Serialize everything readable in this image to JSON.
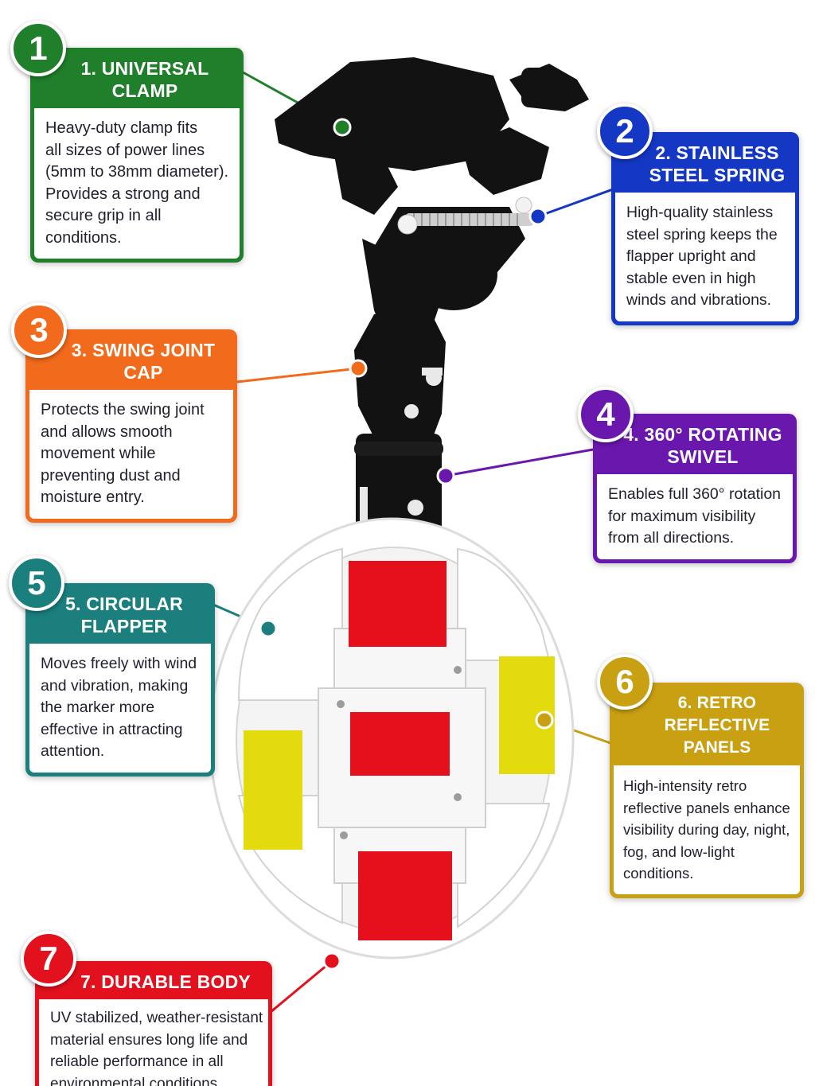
{
  "colors": {
    "green": "#1f7f2a",
    "blue": "#1437c4",
    "orange": "#f26a1b",
    "purple": "#6a17ad",
    "teal": "#1b7f7e",
    "gold": "#c8a012",
    "red": "#e3101e"
  },
  "callouts": [
    {
      "number": "1",
      "title_lines": [
        "1. UNIVERSAL CLAMP"
      ],
      "body_lines": [
        "Heavy-duty clamp fits",
        "all sizes of power lines",
        "(5mm to 38mm diameter).",
        "Provides a strong and",
        "secure grip in all",
        "conditions."
      ]
    },
    {
      "number": "2",
      "title_lines": [
        "2. STAINLESS",
        "STEEL SPRING"
      ],
      "body_lines": [
        "High-quality stainless",
        "steel spring keeps the",
        "flapper upright and",
        "stable even in high",
        "winds and vibrations."
      ]
    },
    {
      "number": "3",
      "title_lines": [
        "3. SWING JOINT CAP"
      ],
      "body_lines": [
        "Protects the swing joint",
        "and allows smooth",
        "movement while",
        "preventing dust and",
        "moisture entry."
      ]
    },
    {
      "number": "4",
      "title_lines": [
        "4. 360° ROTATING",
        "SWIVEL"
      ],
      "body_lines": [
        "Enables full 360° rotation",
        "for maximum visibility",
        "from all directions."
      ]
    },
    {
      "number": "5",
      "title_lines": [
        "5. CIRCULAR",
        "FLAPPER"
      ],
      "body_lines": [
        "Moves freely with wind",
        "and vibration, making",
        "the marker more",
        "effective in attracting",
        "attention."
      ]
    },
    {
      "number": "6",
      "title_lines": [
        "6. RETRO REFLECTIVE",
        "PANELS"
      ],
      "body_lines": [
        "High-intensity retro",
        "reflective panels enhance",
        "visibility during day, night,",
        "fog, and low-light",
        "conditions."
      ]
    },
    {
      "number": "7",
      "title_lines": [
        "7. DURABLE BODY"
      ],
      "body_lines": [
        "UV stabilized, weather-resistant",
        "material ensures long life and",
        "reliable performance in all",
        "environmental conditions."
      ]
    }
  ]
}
